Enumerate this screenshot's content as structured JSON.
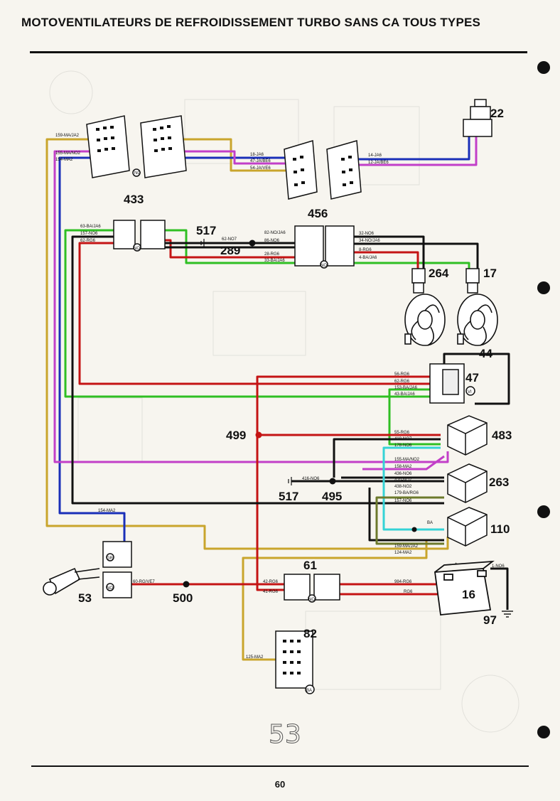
{
  "title": "MOTOVENTILATEURS DE REFROIDISSEMENT TURBO SANS CA TOUS TYPES",
  "page_number": "60",
  "colors": {
    "red": "#c41414",
    "green": "#2fbf23",
    "blue": "#1a2fb8",
    "magenta": "#c23fc8",
    "yellow": "#c9a52c",
    "black": "#111111",
    "cyan": "#35d3d6",
    "olive": "#6d7a2c"
  },
  "components": {
    "c433": "433",
    "c456": "456",
    "c22": "22",
    "c517a": "517",
    "c289": "289",
    "c264": "264",
    "c17": "17",
    "c44": "44",
    "c47": "47",
    "c499": "499",
    "c483": "483",
    "c517b": "517",
    "c495": "495",
    "c263": "263",
    "c110": "110",
    "c53": "53",
    "c500": "500",
    "c61": "61",
    "c16": "16",
    "c97": "97",
    "c82": "82"
  },
  "wire_labels": {
    "w159": "159-MA/JA2",
    "w155": "155-MA/NO2",
    "w154": "154-MA2",
    "w18": "18-JA6",
    "w47": "47-JA/BE6",
    "w54": "54-JA/VE6",
    "w14": "14-JA6",
    "w12": "12-JA/BE6",
    "w63": "63-BA/JA6",
    "w157": "157-NO6",
    "w62": "62-RG6",
    "w62b": "62-NO7",
    "w82": "82-NO/JA6",
    "w86": "86-NO6",
    "w28": "28-RG6",
    "w33": "33-BA/JA6",
    "w32": "32-NO6",
    "w34": "34-NO/JA6",
    "w8": "8-RG6",
    "w4": "4-BA/JA6",
    "w56": "56-RG6",
    "w62c": "62-RG6",
    "w153": "153-BA/JA6",
    "w43": "43-BA/JA6",
    "w55": "55-RG6",
    "w418": "418-NO7",
    "w178": "178-NO6",
    "w155b": "155-MA/NO2",
    "w158": "158-MA2",
    "w416": "416-NO6",
    "w436": "436-NO6",
    "w420": "420-NO7",
    "w438": "438-NO2",
    "w179": "179-BA/RG6",
    "w157b": "157-NO6",
    "w159b": "159-MA/JA2",
    "w124": "124-MA2",
    "w154b": "154-MA2",
    "w60": "60-RG/VE7",
    "w42": "42-RG6",
    "w41": "41-RG6",
    "w984": "984-RG6",
    "wrg6": "RG6",
    "w1": "1-NO6",
    "w125": "125-MA2"
  },
  "tags": {
    "no": "NO",
    "vi": "VI",
    "ba": "BA",
    "gr": "GR",
    "fuse_marks": "+ -"
  },
  "scribble": "53"
}
